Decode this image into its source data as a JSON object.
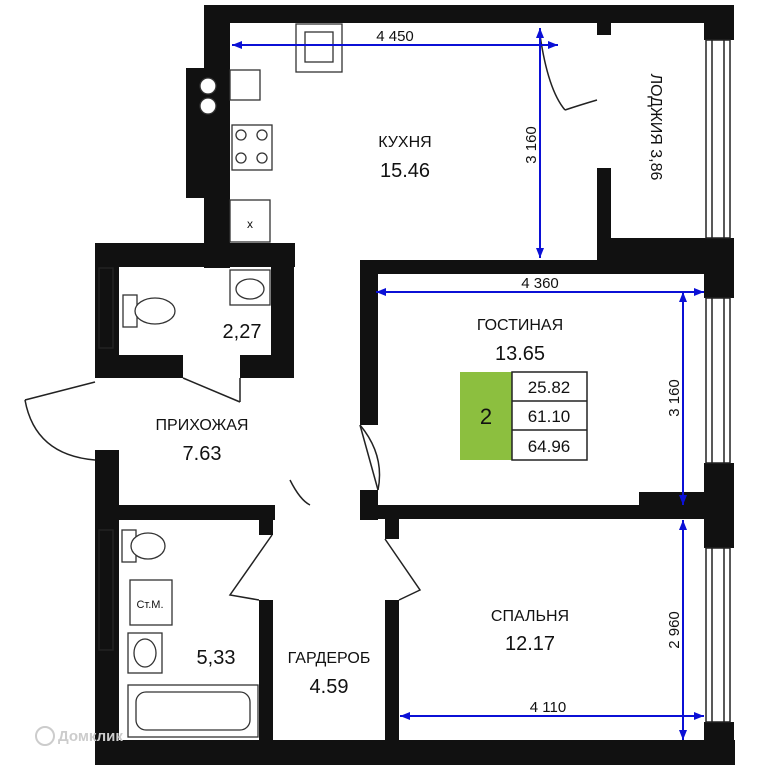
{
  "rooms": {
    "kitchen": {
      "name": "КУХНЯ",
      "area": "15.46"
    },
    "loggia": {
      "name": "ЛОДЖИЯ 3,86"
    },
    "wc": {
      "area": "2,27"
    },
    "hall": {
      "name": "ПРИХОЖАЯ",
      "area": "7.63"
    },
    "living": {
      "name": "ГОСТИНАЯ",
      "area": "13.65"
    },
    "bath": {
      "area": "5,33",
      "machine_label": "Ст.М."
    },
    "wardrobe": {
      "name": "ГАРДЕРОБ",
      "area": "4.59"
    },
    "bedroom": {
      "name": "СПАЛЬНЯ",
      "area": "12.17"
    }
  },
  "dimensions": {
    "kitchen_width": "4 450",
    "kitchen_depth": "3 160",
    "living_width": "4 360",
    "living_depth": "3 160",
    "bedroom_width": "4 110",
    "bedroom_depth": "2 960"
  },
  "summary": {
    "rooms_count": "2",
    "living_area": "25.82",
    "total_area": "61.10",
    "total_with_loggia": "64.96",
    "badge_color": "#8cbf3f"
  },
  "watermark": "Домклик",
  "colors": {
    "wall": "#111111",
    "dimension": "#0b10d6",
    "badge": "#8cbf3f"
  }
}
